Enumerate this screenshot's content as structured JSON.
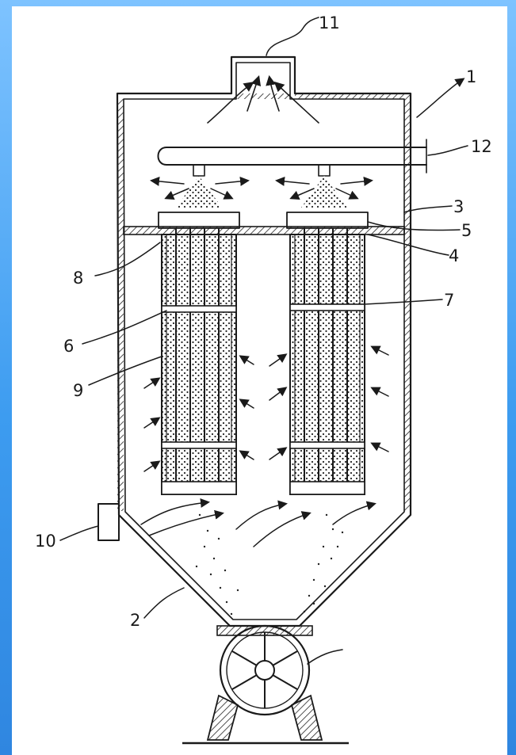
{
  "figure": {
    "type": "patent drawing",
    "background_color": "#4aa3f5",
    "labels": [
      {
        "id": "label-1",
        "text": "1"
      },
      {
        "id": "label-2",
        "text": "2"
      },
      {
        "id": "label-3",
        "text": "3"
      },
      {
        "id": "label-4",
        "text": "4"
      },
      {
        "id": "label-5",
        "text": "5"
      },
      {
        "id": "label-6",
        "text": "6"
      },
      {
        "id": "label-7",
        "text": "7"
      },
      {
        "id": "label-8",
        "text": "8"
      },
      {
        "id": "label-9",
        "text": "9"
      },
      {
        "id": "label-10",
        "text": "10"
      },
      {
        "id": "label-11",
        "text": "11"
      },
      {
        "id": "label-12",
        "text": "12"
      }
    ]
  }
}
